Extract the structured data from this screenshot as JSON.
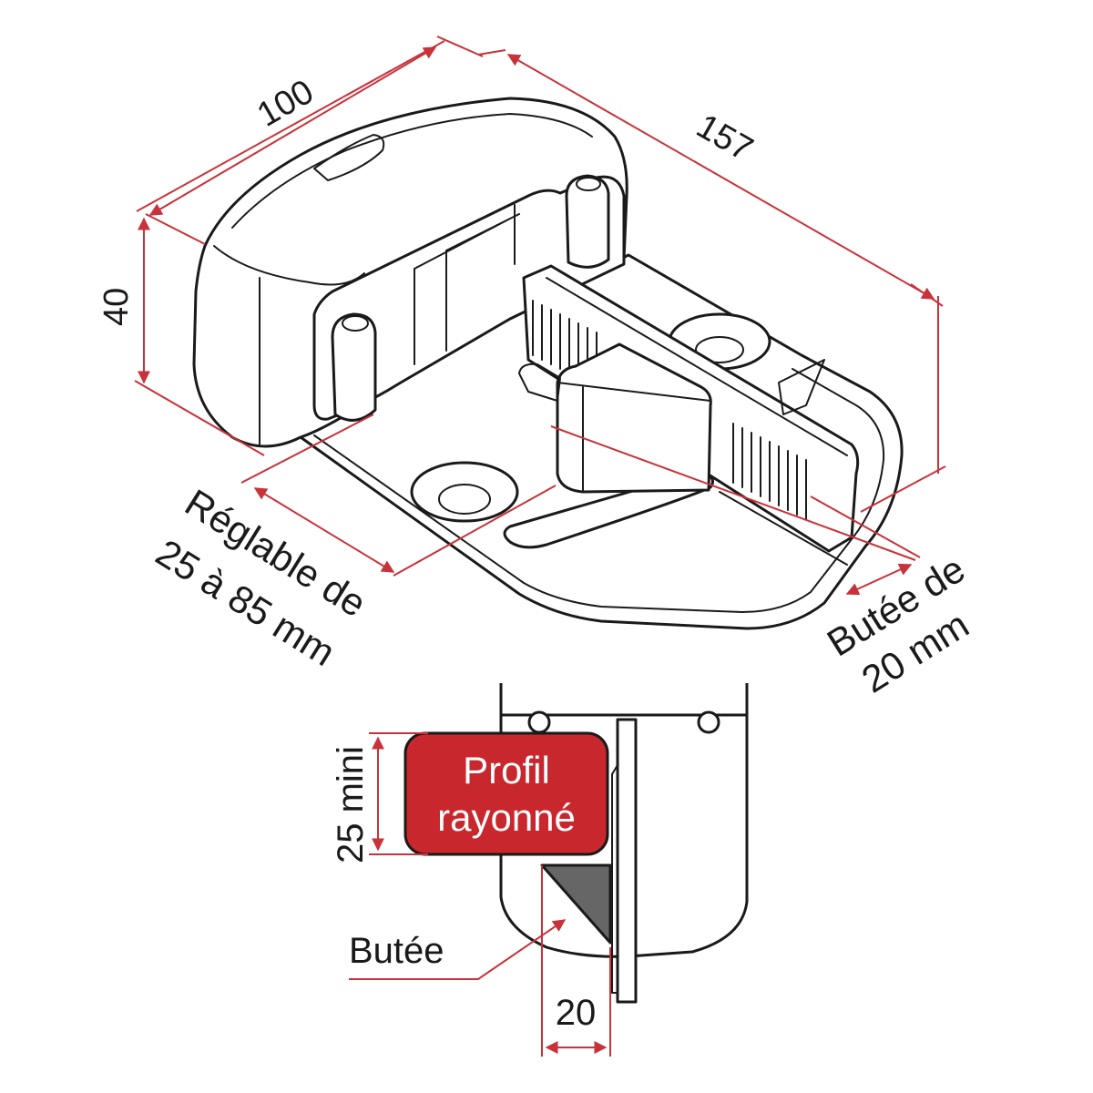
{
  "dimensions": {
    "width": "100",
    "length": "157",
    "height": "40",
    "adjustable": [
      "Réglable de",
      "25 à 85 mm"
    ],
    "stop": [
      "Butée de",
      "20 mm"
    ]
  },
  "detail": {
    "profile": [
      "Profil",
      "rayonné"
    ],
    "min_height": "25 mini",
    "stop_label": "Butée",
    "stop_size": "20"
  },
  "colors": {
    "dimension_line": "#c8323a",
    "profile_fill": "#c8282d",
    "stop_fill": "#666666",
    "outline": "#1a1a1a"
  }
}
